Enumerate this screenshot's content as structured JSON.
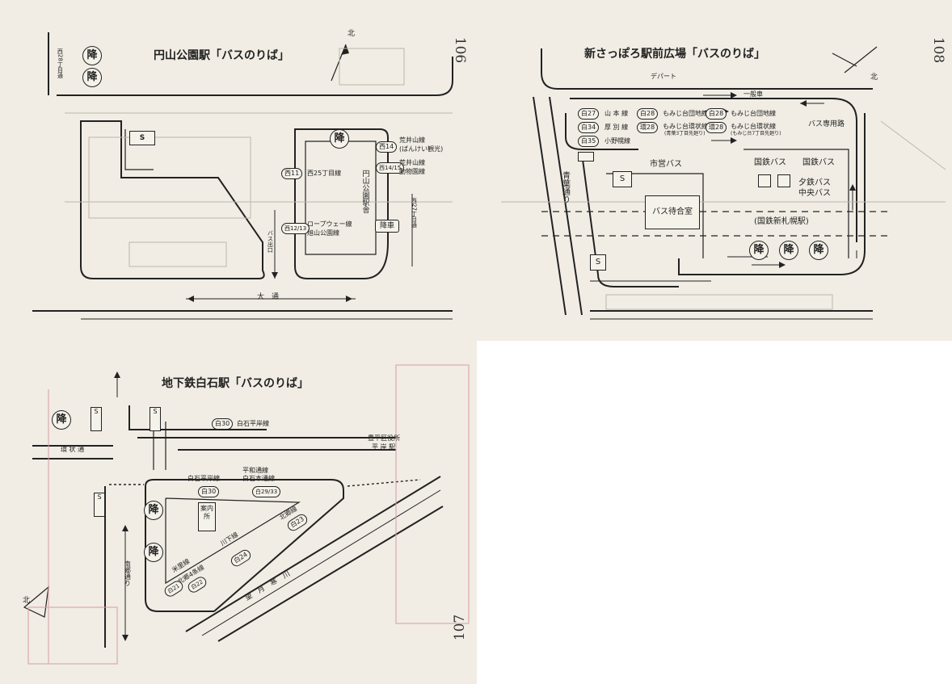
{
  "page106": {
    "number": "106",
    "title": "円山公園駅「バスのりば」",
    "north": "北",
    "drop_off": "降",
    "stop_s": "S",
    "drop_off_car": "降車",
    "street_28": "西28丁目通",
    "street_27": "西27丁目通",
    "bus_exit": "バス出口",
    "odori": "大　通",
    "station_building": "円山公園駅舎",
    "routes": [
      {
        "no": "西14",
        "name": "荒井山線",
        "note": "(ばんけい観光)"
      },
      {
        "no": "西11",
        "name": "西25丁目線",
        "note": ""
      },
      {
        "no": "西14/15",
        "name": "荒井山線",
        "note": "動物園線"
      },
      {
        "no": "西12/13",
        "name": "ロープウェー線",
        "note": "旭山公園線"
      }
    ]
  },
  "page108": {
    "number": "108",
    "title": "新さっぽろ駅前広場「バスのりば」",
    "north": "北",
    "dept_store": "デパート",
    "general_cars": "一般車",
    "bus_only": "バス専用路",
    "aoba_street": "青葉通り",
    "city_bus": "市営バス",
    "jnr_bus_1": "国鉄バス",
    "jnr_bus_2": "国鉄バス",
    "yutetsu_bus": "夕鉄バス",
    "chuo_bus": "中央バス",
    "waiting_room": "バス待合室",
    "jnr_station": "(国鉄新札幌駅)",
    "drop_off": "降",
    "stop_s": "S",
    "routes": [
      {
        "no": "白27",
        "name": "山 本 線",
        "note": ""
      },
      {
        "no": "白34",
        "name": "厚 別 線",
        "note": ""
      },
      {
        "no": "白35",
        "name": "小野幌線",
        "note": ""
      },
      {
        "no": "白28",
        "name": "もみじ台団地線",
        "note": ""
      },
      {
        "no": "環28",
        "name": "もみじ台環状線",
        "note": "(青葉3丁目先廻り)"
      },
      {
        "no": "白28",
        "name": "もみじ台団地線",
        "note": ""
      },
      {
        "no": "環28",
        "name": "もみじ台環状線",
        "note": "(もみじ台7丁目先廻り)"
      }
    ]
  },
  "page107": {
    "number": "107",
    "title": "地下鉄白石駅「バスのりば」",
    "north": "北",
    "drop_off": "降",
    "stop_s": "S",
    "loop_road": "環 状 通",
    "nango_street": "南郷通り",
    "info": "案内所",
    "ward_office": "豊平区役所",
    "hiragishi_station": "平 岸 駅",
    "shiroishi_hiragishi": "白石平岸線",
    "heiwa": "平和通線",
    "shiroishi_hondori": "白石本通線",
    "kitago": "北郷線",
    "kawashimo": "川下線",
    "yonezato": "米里線",
    "kitago_4jo": "北郷4条線",
    "bogetsusamu": "望　月　寒　川",
    "route_nos": {
      "r30_top": "白30",
      "r30_mid": "白30",
      "r2933": "白29/33",
      "r23": "白23",
      "r24": "白24",
      "r22": "白22",
      "r21": "白21"
    },
    "route_names": {
      "top": "白石平岸線"
    }
  }
}
